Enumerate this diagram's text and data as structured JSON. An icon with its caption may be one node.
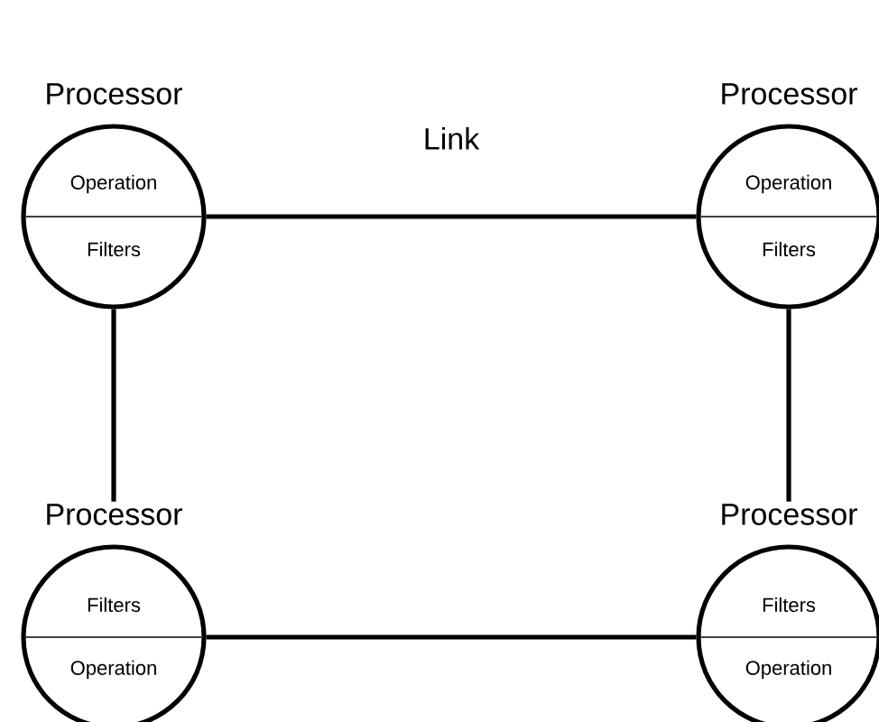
{
  "diagram": {
    "nodes": [
      {
        "text": [
          "Processor",
          "Operation",
          "Filters"
        ]
      },
      {
        "text": [
          "Processor",
          "Operation",
          "Filters"
        ]
      },
      {
        "text": [
          "Processor",
          "Filters",
          "Operation"
        ]
      },
      {
        "text": [
          "Processor",
          "Filters",
          "Operation"
        ]
      }
    ],
    "edges": [
      {
        "from": 0,
        "to": 1,
        "arrow": "none",
        "label": "Link"
      },
      {
        "from": 0,
        "to": 2,
        "arrow": "none"
      },
      {
        "from": 1,
        "to": 3,
        "arrow": "none"
      },
      {
        "from": 2,
        "to": 3,
        "arrow": "none"
      }
    ]
  }
}
